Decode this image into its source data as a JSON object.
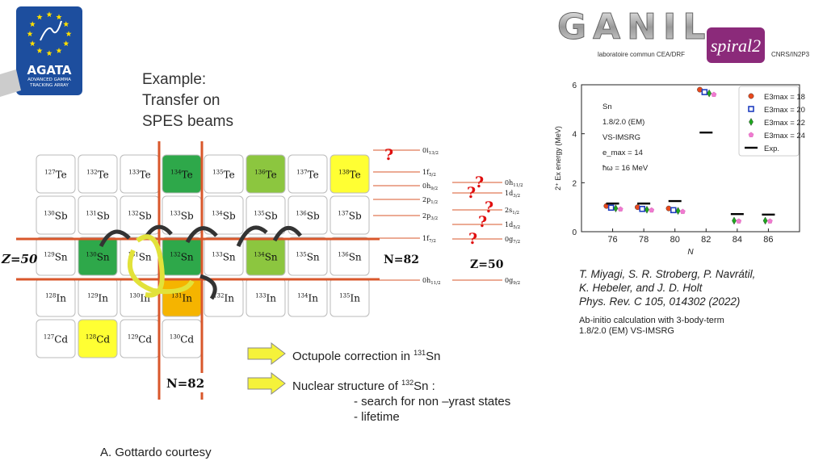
{
  "logos": {
    "agata": {
      "name": "AGATA",
      "sub_line1": "ADVANCED GAMMA",
      "sub_line2": "TRACKING ARRAY"
    },
    "ganil": {
      "name": "GANIL",
      "spiral": "spiral2",
      "lab": "laboratoire commun CEA/DRF",
      "cnrs": "CNRS/IN2P3"
    }
  },
  "title_lines": [
    "Example:",
    "Transfer on",
    "SPES beams"
  ],
  "nuclide_chart": {
    "rows": [
      {
        "element": "Te",
        "cells": [
          {
            "m": "127",
            "s": "Te",
            "color": "#ffffff"
          },
          {
            "m": "132",
            "s": "Te",
            "color": "#ffffff"
          },
          {
            "m": "133",
            "s": "Te",
            "color": "#ffffff"
          },
          {
            "m": "134",
            "s": "Te",
            "color": "#2ea84a"
          },
          {
            "m": "135",
            "s": "Te",
            "color": "#ffffff"
          },
          {
            "m": "136",
            "s": "Te",
            "color": "#8cc63f"
          },
          {
            "m": "137",
            "s": "Te",
            "color": "#ffffff"
          },
          {
            "m": "138",
            "s": "Te",
            "color": "#ffff33"
          }
        ]
      },
      {
        "element": "Sb",
        "cells": [
          {
            "m": "130",
            "s": "Sb",
            "color": "#ffffff"
          },
          {
            "m": "131",
            "s": "Sb",
            "color": "#ffffff"
          },
          {
            "m": "132",
            "s": "Sb",
            "color": "#ffffff"
          },
          {
            "m": "133",
            "s": "Sb",
            "color": "#ffffff"
          },
          {
            "m": "134",
            "s": "Sb",
            "color": "#ffffff"
          },
          {
            "m": "135",
            "s": "Sb",
            "color": "#ffffff"
          },
          {
            "m": "136",
            "s": "Sb",
            "color": "#ffffff"
          },
          {
            "m": "137",
            "s": "Sb",
            "color": "#ffffff"
          }
        ]
      },
      {
        "element": "Sn",
        "cells": [
          {
            "m": "129",
            "s": "Sn",
            "color": "#ffffff"
          },
          {
            "m": "130",
            "s": "Sn",
            "color": "#2ea84a"
          },
          {
            "m": "131",
            "s": "Sn",
            "color": "#ffffff"
          },
          {
            "m": "132",
            "s": "Sn",
            "color": "#2ea84a"
          },
          {
            "m": "133",
            "s": "Sn",
            "color": "#ffffff"
          },
          {
            "m": "134",
            "s": "Sn",
            "color": "#8cc63f"
          },
          {
            "m": "135",
            "s": "Sn",
            "color": "#ffffff"
          },
          {
            "m": "136",
            "s": "Sn",
            "color": "#ffffff"
          }
        ]
      },
      {
        "element": "In",
        "cells": [
          {
            "m": "128",
            "s": "In",
            "color": "#ffffff"
          },
          {
            "m": "129",
            "s": "In",
            "color": "#ffffff"
          },
          {
            "m": "130",
            "s": "In",
            "color": "#ffffff"
          },
          {
            "m": "131",
            "s": "In",
            "color": "#f5b400"
          },
          {
            "m": "132",
            "s": "In",
            "color": "#ffffff"
          },
          {
            "m": "133",
            "s": "In",
            "color": "#ffffff"
          },
          {
            "m": "134",
            "s": "In",
            "color": "#ffffff"
          },
          {
            "m": "135",
            "s": "In",
            "color": "#ffffff"
          }
        ]
      },
      {
        "element": "Cd",
        "cells": [
          {
            "m": "127",
            "s": "Cd",
            "color": "#ffffff"
          },
          {
            "m": "128",
            "s": "Cd",
            "color": "#ffff33"
          },
          {
            "m": "129",
            "s": "Cd",
            "color": "#ffffff"
          },
          {
            "m": "130",
            "s": "Cd",
            "color": "#ffffff"
          }
        ]
      }
    ],
    "z_label": "Z=50",
    "n_label": "N=82"
  },
  "levels": {
    "neutron": [
      "0i13/2",
      "1f5/2",
      "0h9/2",
      "2p1/2",
      "2p3/2",
      "1f7/2",
      "0h11/2"
    ],
    "proton": [
      "0h11/2",
      "1d3/2",
      "2s1/2",
      "1d5/2",
      "0g7/2",
      "0g9/2"
    ],
    "n_label": "N=82",
    "z_label": "Z=50",
    "question_mark": "?"
  },
  "bullets": [
    {
      "text": "Octupole correction in ",
      "sup": "131",
      "tail": "Sn"
    },
    {
      "text": "Nuclear structure of  ",
      "sup": "132",
      "tail": "Sn :"
    }
  ],
  "sub_bullets": [
    "- search for non –yrast states",
    "- lifetime"
  ],
  "courtesy": "A. Gottardo courtesy",
  "reference": {
    "line1": "T. Miyagi, S. R. Stroberg, P. Navrátil,",
    "line2": "K. Hebeler, and J. D. Holt",
    "line3": "Phys. Rev. C 105, 014302 (2022)",
    "note1": "Ab-initio calculation with 3-body-term",
    "note2": "1.8/2.0 (EM) VS-IMSRG"
  },
  "chart_data": {
    "type": "scatter",
    "xlabel": "N",
    "ylabel": "2⁺ Ex energy (MeV)",
    "xlim": [
      74,
      88
    ],
    "ylim": [
      0,
      6
    ],
    "xticks": [
      76,
      78,
      80,
      82,
      84,
      86
    ],
    "yticks": [
      0,
      2,
      4,
      6
    ],
    "annotations": [
      "Sn",
      "1.8/2.0 (EM)",
      "VS-IMSRG",
      "e_max = 14",
      "ħω = 16 MeV"
    ],
    "legend_position": "top-right",
    "series": [
      {
        "name": "E3max = 18",
        "color": "#e8491d",
        "marker": "circle",
        "x": [
          75.6,
          77.6,
          79.6,
          81.6
        ],
        "y": [
          1.05,
          1.0,
          0.95,
          5.8
        ]
      },
      {
        "name": "E3max = 20",
        "color": "#1f3fbf",
        "marker": "square",
        "x": [
          75.9,
          77.9,
          79.9,
          81.9
        ],
        "y": [
          0.98,
          0.93,
          0.88,
          5.7
        ]
      },
      {
        "name": "E3max = 22",
        "color": "#1ea81e",
        "marker": "diamond",
        "x": [
          76.2,
          78.2,
          80.2,
          82.2,
          83.8,
          85.8
        ],
        "y": [
          0.95,
          0.9,
          0.85,
          5.65,
          0.45,
          0.45
        ]
      },
      {
        "name": "E3max = 24",
        "color": "#f07ad0",
        "marker": "pentagon",
        "x": [
          76.5,
          78.5,
          80.5,
          82.5,
          84.1,
          86.1
        ],
        "y": [
          0.92,
          0.88,
          0.82,
          5.6,
          0.43,
          0.43
        ]
      },
      {
        "name": "Exp.",
        "color": "#000000",
        "marker": "hline",
        "x": [
          76,
          78,
          80,
          82,
          84,
          86
        ],
        "y": [
          1.15,
          1.15,
          1.25,
          4.05,
          0.72,
          0.7
        ]
      }
    ]
  }
}
